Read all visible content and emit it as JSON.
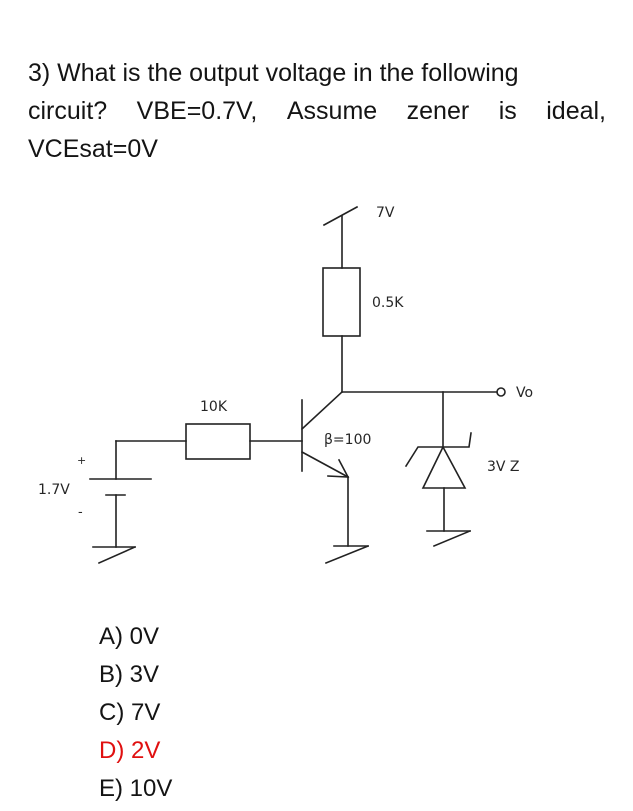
{
  "question": {
    "number": "3)",
    "line1": "3) What is the output voltage in the following",
    "line2_words": [
      "circuit?",
      "VBE=0.7V,",
      "Assume",
      "zener",
      "is",
      "ideal,"
    ],
    "line3": "VCEsat=0V"
  },
  "circuit": {
    "supply_label": "7V",
    "collector_resistor_label": "0.5K",
    "base_resistor_label": "10K",
    "battery_label": "1.7V",
    "battery_plus": "+",
    "battery_minus": "-",
    "beta_label": "β=100",
    "zener_label": "3V Z",
    "output_label": "Vo"
  },
  "options": [
    {
      "label": "A) 0V",
      "correct": false
    },
    {
      "label": "B) 3V",
      "correct": false
    },
    {
      "label": "C) 7V",
      "correct": false
    },
    {
      "label": "D) 2V",
      "correct": true
    },
    {
      "label": "E) 10V",
      "correct": false
    }
  ],
  "colors": {
    "text": "#141414",
    "correct_answer": "#e01010",
    "wire": "#222222"
  }
}
